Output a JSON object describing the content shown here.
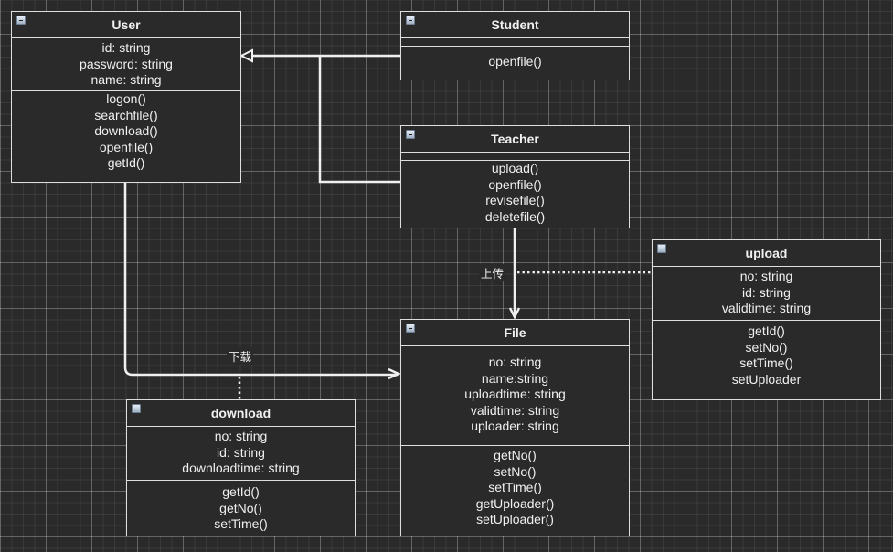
{
  "diagram": {
    "type": "UML class diagram",
    "classes": {
      "user": {
        "name": "User",
        "attributes": [
          "id: string",
          "password: string",
          "name: string"
        ],
        "operations": [
          "logon()",
          "searchfile()",
          "download()",
          "openfile()",
          "getId()"
        ]
      },
      "student": {
        "name": "Student",
        "attributes": [],
        "operations": [
          "openfile()"
        ]
      },
      "teacher": {
        "name": "Teacher",
        "attributes": [],
        "operations": [
          "upload()",
          "openfile()",
          "revisefile()",
          "deletefile()"
        ]
      },
      "upload": {
        "name": "upload",
        "attributes": [
          "no: string",
          "id: string",
          "validtime: string"
        ],
        "operations": [
          "getId()",
          "setNo()",
          "setTime()",
          "setUploader"
        ]
      },
      "file": {
        "name": "File",
        "attributes": [
          "no: string",
          "name:string",
          "uploadtime: string",
          "validtime: string",
          "uploader: string"
        ],
        "operations": [
          "getNo()",
          "setNo()",
          "setTime()",
          "getUploader()",
          "setUploader()"
        ]
      },
      "download": {
        "name": "download",
        "attributes": [
          "no: string",
          "id: string",
          "downloadtime: string"
        ],
        "operations": [
          "getId()",
          "getNo()",
          "setTime()"
        ]
      }
    },
    "relationships": [
      {
        "from": "Student",
        "to": "User",
        "kind": "generalization",
        "label": ""
      },
      {
        "from": "Teacher",
        "to": "User",
        "kind": "generalization",
        "label": ""
      },
      {
        "from": "Teacher",
        "to": "File",
        "kind": "association",
        "label": "上传",
        "association_class": "upload"
      },
      {
        "from": "User",
        "to": "File",
        "kind": "association",
        "label": "下载",
        "association_class": "download"
      }
    ],
    "labels": {
      "upload_edge": "上传",
      "download_edge": "下载"
    },
    "colors": {
      "background": "#2a2a2a",
      "stroke": "#dedede",
      "text": "#f0f0f0"
    }
  }
}
